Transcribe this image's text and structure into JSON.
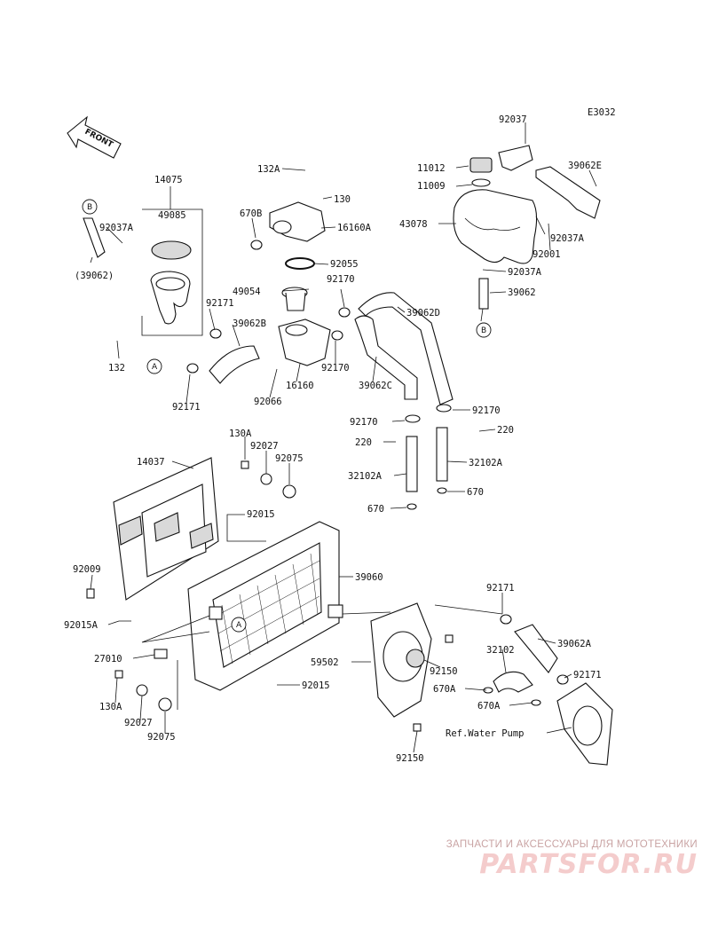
{
  "diagram": {
    "code": "E3032",
    "front_label": "FRONT",
    "ref_note": "Ref.Water Pump",
    "callouts": {
      "A": "A",
      "B": "B"
    },
    "labels": {
      "p92037_top": "92037",
      "p39062E": "39062E",
      "p11012": "11012",
      "p11009": "11009",
      "p43078": "43078",
      "p92037A_r1": "92037A",
      "p92001": "92001",
      "p92037A_r2": "92037A",
      "p39062_r": "39062",
      "p14075": "14075",
      "p49085": "49085",
      "p92037A_l": "92037A",
      "p39062_l": "(39062)",
      "p132A": "132A",
      "p130": "130",
      "p16160A": "16160A",
      "p670B": "670B",
      "p92055": "92055",
      "p49054": "49054",
      "p92170_a": "92170",
      "p39062D": "39062D",
      "p92171_a": "92171",
      "p39062B": "39062B",
      "p132": "132",
      "p92171_b": "92171",
      "p16160": "16160",
      "p92170_b": "92170",
      "p39062C": "39062C",
      "p92066": "92066",
      "p92170_c": "92170",
      "p92170_d": "92170",
      "p220_a": "220",
      "p220_b": "220",
      "p32102A_a": "32102A",
      "p32102A_b": "32102A",
      "p670_a": "670",
      "p670_b": "670",
      "p130A_top": "130A",
      "p92027_top": "92027",
      "p92075_top": "92075",
      "p14037": "14037",
      "p92015_top": "92015",
      "p92009": "92009",
      "p39060": "39060",
      "p92015A": "92015A",
      "p27010": "27010",
      "p130A_bot": "130A",
      "p92027_bot": "92027",
      "p92075_bot": "92075",
      "p92015_bot": "92015",
      "p92171_c": "92171",
      "p39062A": "39062A",
      "p32102": "32102",
      "p92171_d": "92171",
      "p59502": "59502",
      "p92150_a": "92150",
      "p670A_a": "670A",
      "p670A_b": "670A",
      "p92150_b": "92150"
    }
  },
  "watermark": {
    "tagline": "ЗАПЧАСТИ И АКСЕССУАРЫ ДЛЯ МОТОТЕХНИКИ",
    "logo": "PARTSFOR.RU"
  }
}
